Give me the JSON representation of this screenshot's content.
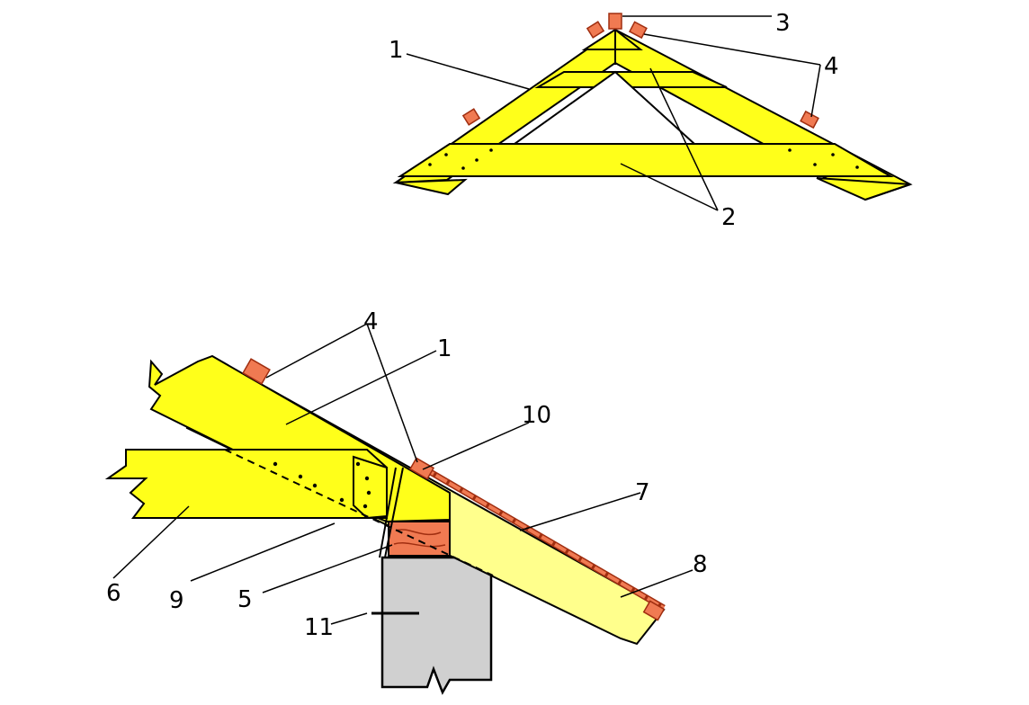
{
  "colors": {
    "timber": "#ffff1a",
    "timber_light": "#ffff8c",
    "batten": "#f07a52",
    "batten_dark": "#a02e10",
    "wall": "#d0d0d0",
    "line": "#000000"
  },
  "top_diagram": {
    "labels": {
      "l1": "1",
      "l2": "2",
      "l3": "3",
      "l4": "4"
    }
  },
  "bottom_diagram": {
    "labels": {
      "l1": "1",
      "l4": "4",
      "l5": "5",
      "l6": "6",
      "l7": "7",
      "l8": "8",
      "l9": "9",
      "l10": "10",
      "l11": "11"
    }
  }
}
